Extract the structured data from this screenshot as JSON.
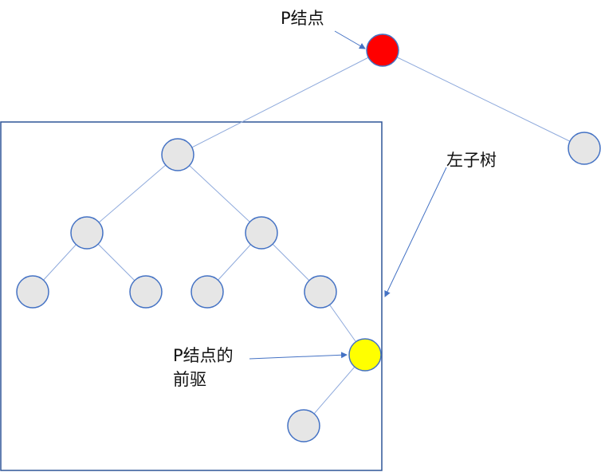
{
  "labels": {
    "p_node": "P结点",
    "left_subtree": "左子树",
    "predecessor_line1": "P结点的",
    "predecessor_line2": "前驱"
  },
  "colors": {
    "p_node_fill": "#ff0000",
    "predecessor_fill": "#ffff00",
    "node_fill": "#e6e6e6",
    "node_stroke": "#4472c4",
    "edge_stroke": "#8faadc",
    "arrow_stroke": "#4472c4",
    "box_stroke": "#2f5597"
  },
  "nodes": [
    {
      "id": "root",
      "role": "p"
    },
    {
      "id": "right-child",
      "role": "normal"
    },
    {
      "id": "left-child",
      "role": "normal"
    },
    {
      "id": "ll",
      "role": "normal"
    },
    {
      "id": "lr",
      "role": "normal"
    },
    {
      "id": "lll",
      "role": "normal"
    },
    {
      "id": "llr",
      "role": "normal"
    },
    {
      "id": "lrl",
      "role": "normal"
    },
    {
      "id": "lrr",
      "role": "normal"
    },
    {
      "id": "pred",
      "role": "predecessor"
    },
    {
      "id": "pred-left",
      "role": "normal"
    }
  ],
  "edges": [
    [
      "root",
      "left-child"
    ],
    [
      "root",
      "right-child"
    ],
    [
      "left-child",
      "ll"
    ],
    [
      "left-child",
      "lr"
    ],
    [
      "ll",
      "lll"
    ],
    [
      "ll",
      "llr"
    ],
    [
      "lr",
      "lrl"
    ],
    [
      "lr",
      "lrr"
    ],
    [
      "lrr",
      "pred"
    ],
    [
      "pred",
      "pred-left"
    ]
  ]
}
